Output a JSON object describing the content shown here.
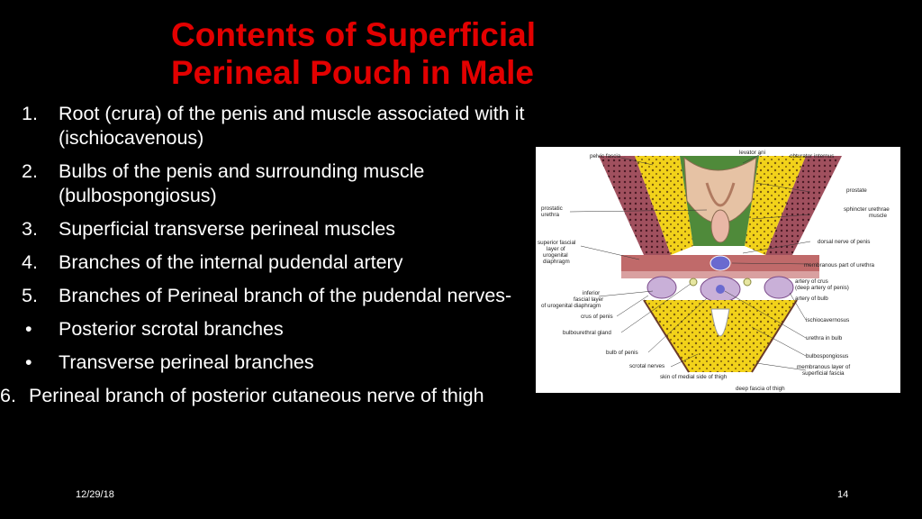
{
  "slide": {
    "title_line1": "Contents of Superficial",
    "title_line2": "Perineal Pouch in Male",
    "items": [
      {
        "marker": "1.",
        "text": "Root (crura) of the penis  and muscle associated with it (ischiocavenous)"
      },
      {
        "marker": "2.",
        "text": "Bulbs of the penis and surrounding muscle (bulbospongiosus)"
      },
      {
        "marker": "3.",
        "text": "Superficial transverse perineal muscles"
      },
      {
        "marker": "4.",
        "text": "Branches of the internal pudendal artery"
      },
      {
        "marker": "5.",
        "text": "Branches of Perineal branch of the pudendal nerves-"
      },
      {
        "marker": "•",
        "text": "Posterior scrotal  branches"
      },
      {
        "marker": "•",
        "text": "Transverse perineal branches"
      },
      {
        "marker": "6.",
        "text": "Perineal branch of posterior cutaneous nerve of thigh"
      }
    ],
    "date": "12/29/18",
    "page_number": "14"
  },
  "figure": {
    "labels": {
      "pelvic_fascia": "pelvic fascia",
      "levator_ani": "levator ani",
      "obturator_internus": "obturator internus",
      "prostate": "prostate",
      "prostatic_urethra_1": "prostatic",
      "prostatic_urethra_2": "urethra",
      "sphincter_1": "sphincter urethrae",
      "sphincter_2": "muscle",
      "superior_fascial_1": "superior fascial",
      "superior_fascial_2": "layer of",
      "superior_fascial_3": "urogenital",
      "superior_fascial_4": "diaphragm",
      "dorsal_nerve": "dorsal nerve of penis",
      "membranous_urethra": "membranous part of urethra",
      "inferior_fascial_1": "inferior",
      "inferior_fascial_2": "fascial layer",
      "inferior_fascial_3": "of urogenital diaphragm",
      "artery_crus_1": "artery of crus",
      "artery_crus_2": "(deep artery of penis)",
      "artery_bulb": "artery of bulb",
      "crus_penis": "crus of penis",
      "ischiocavernosus": "ischiocavernosus",
      "bulbourethral": "bulbourethral gland",
      "urethra_bulb": "urethra in bulb",
      "bulb_penis": "bulb of penis",
      "bulbospongiosus": "bulbospongiosus",
      "scrotal_nerves": "scrotal nerves",
      "membranous_layer_1": "membranous layer of",
      "membranous_layer_2": "superficial fascia",
      "skin_thigh": "skin of medial side of thigh",
      "deep_fascia": "deep fascia of thigh"
    }
  }
}
